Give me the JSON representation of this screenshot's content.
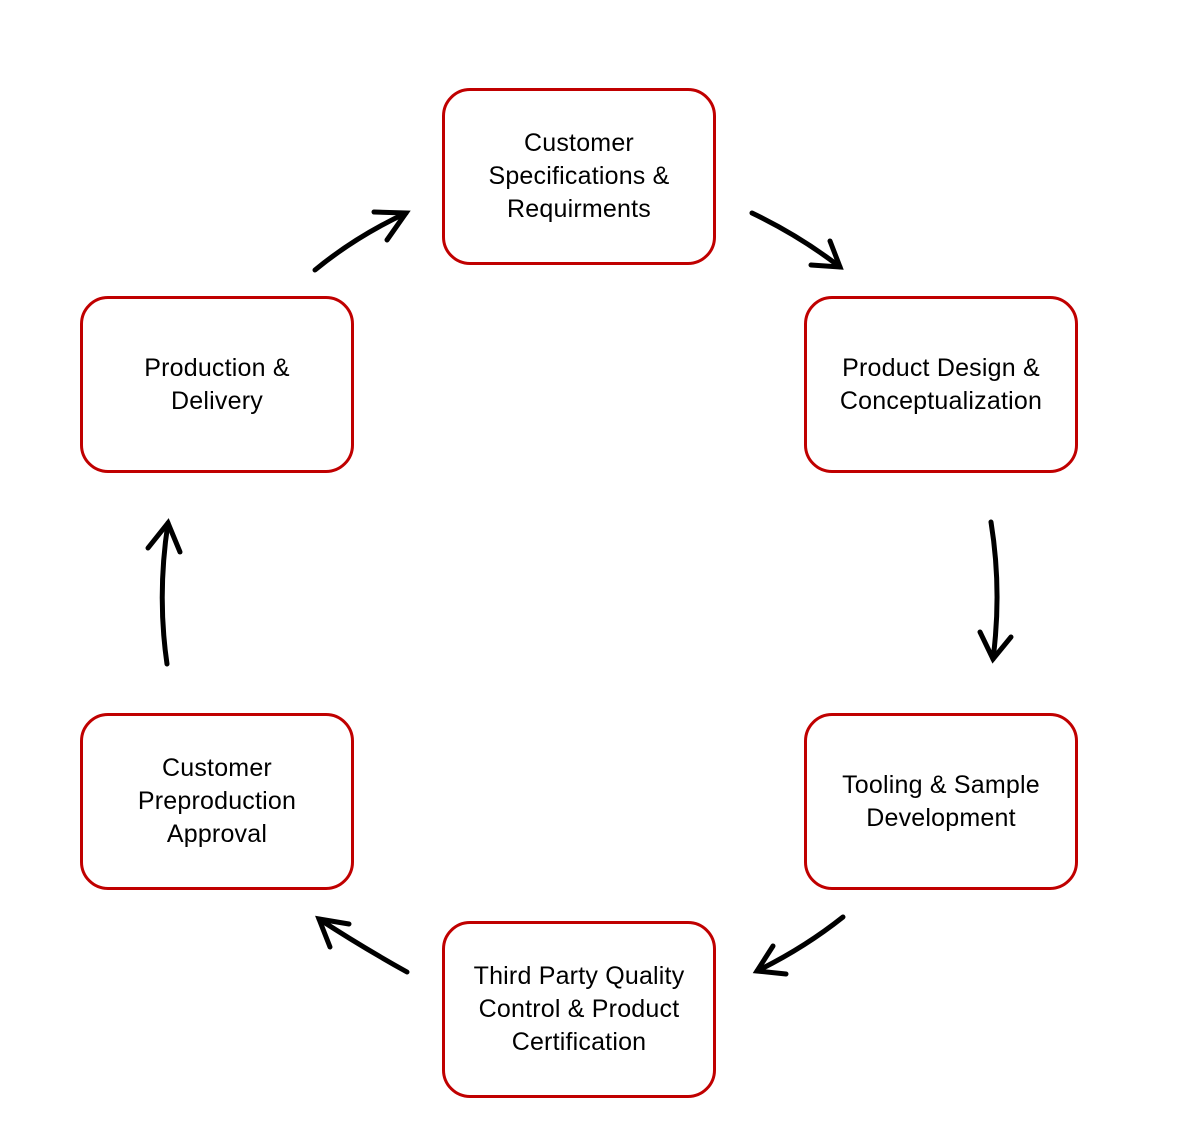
{
  "diagram": {
    "type": "cycle",
    "colors": {
      "box_border": "#c00000",
      "arrow": "#000000",
      "text": "#000000",
      "background": "#ffffff"
    },
    "steps": [
      {
        "label": "Customer\nSpecifications &\nRequirments"
      },
      {
        "label": "Product Design &\nConceptualization"
      },
      {
        "label": "Tooling & Sample\nDevelopment"
      },
      {
        "label": "Third Party Quality\nControl & Product\nCertification"
      },
      {
        "label": "Customer\nPreproduction\nApproval"
      },
      {
        "label": "Production &\nDelivery"
      }
    ],
    "connections": [
      {
        "from": 0,
        "to": 1
      },
      {
        "from": 1,
        "to": 2
      },
      {
        "from": 2,
        "to": 3
      },
      {
        "from": 3,
        "to": 4
      },
      {
        "from": 4,
        "to": 5
      },
      {
        "from": 5,
        "to": 0
      }
    ]
  }
}
